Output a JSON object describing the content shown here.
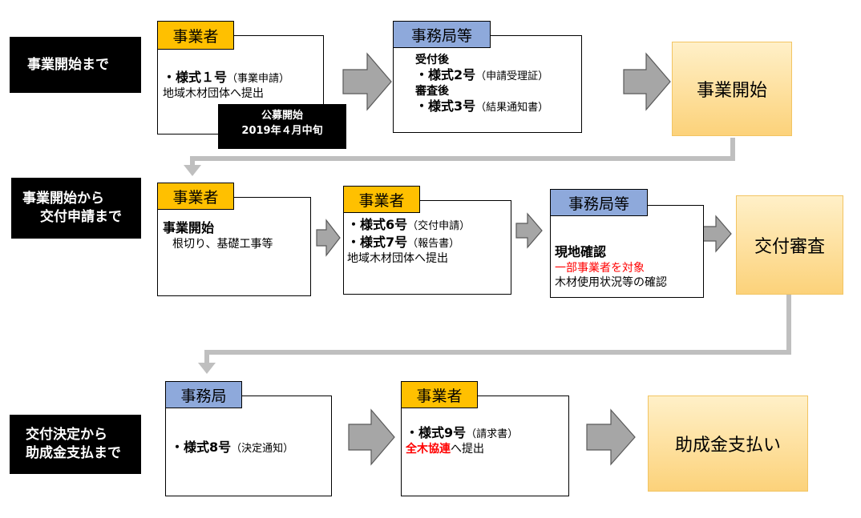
{
  "rows": [
    {
      "stage": [
        "事業開始まで"
      ],
      "box1": {
        "header": "事業者",
        "line1_bold": "・様式１号",
        "line1_note": "（事業申請）",
        "line2": "地域木材団体へ提出",
        "callout": [
          "公募開始",
          "2019年４月中旬"
        ]
      },
      "box2": {
        "header": "事務局等",
        "l1": "受付後",
        "l2_bold": "・様式2号",
        "l2_note": "（申請受理証）",
        "l3": "審査後",
        "l4_bold": "・様式3号",
        "l4_note": "（結果通知書）"
      },
      "result": "事業開始"
    },
    {
      "stage": [
        "事業開始から",
        "交付申請まで"
      ],
      "box1": {
        "header": "事業者",
        "l1": "事業開始",
        "l2": "根切り、基礎工事等"
      },
      "box2": {
        "header": "事業者",
        "l1_bold": "・様式6号",
        "l1_note": "（交付申請）",
        "l2_bold": "・様式7号",
        "l2_note": "（報告書）",
        "l3": "地域木材団体へ提出"
      },
      "box3": {
        "header": "事務局等",
        "l1": "現地確認",
        "l2": "一部事業者を対象",
        "l3": "木材使用状況等の確認"
      },
      "result": "交付審査"
    },
    {
      "stage": [
        "交付決定から",
        "助成金支払まで"
      ],
      "box1": {
        "header": "事務局",
        "l1_bold": "・様式8号",
        "l1_note": "（決定通知）"
      },
      "box2": {
        "header": "事業者",
        "l1_bold": "・様式9号",
        "l1_note": "（請求書）",
        "l2_red": "全木協連",
        "l2_rest": "へ提出"
      },
      "result": "助成金支払い"
    }
  ],
  "colors": {
    "business_header": "#ffc000",
    "office_header": "#8ea9db",
    "result_fill": "#fcd27a",
    "arrow": "#a6a6a6",
    "connector": "#bfbfbf",
    "highlight": "#ff0000"
  }
}
